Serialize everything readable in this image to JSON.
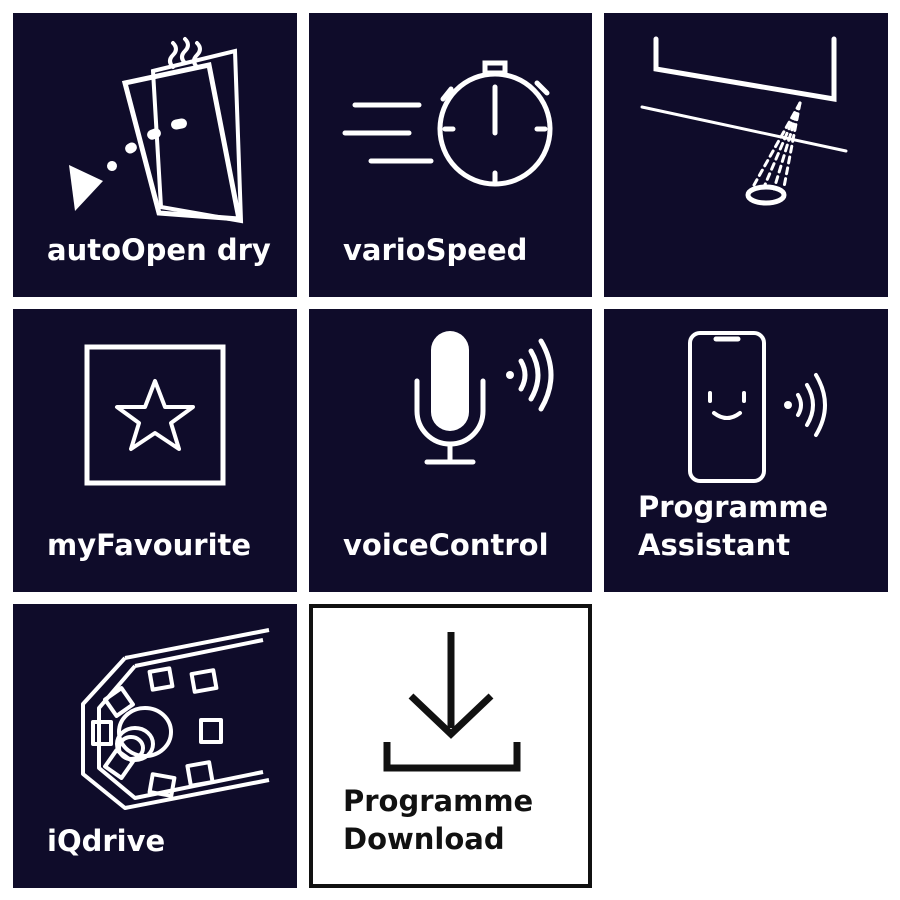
{
  "tiles": [
    {
      "id": "autoopen-dry",
      "label": "autoOpen dry",
      "icon": "open-door-steam-icon",
      "theme": "dark"
    },
    {
      "id": "variospeed",
      "label": "varioSpeed",
      "icon": "stopwatch-icon",
      "theme": "dark"
    },
    {
      "id": "spray-arm",
      "label": "",
      "icon": "water-spray-icon",
      "theme": "dark"
    },
    {
      "id": "myfavourite",
      "label": "myFavourite",
      "icon": "star-icon",
      "theme": "dark"
    },
    {
      "id": "voicecontrol",
      "label": "voiceControl",
      "icon": "microphone-icon",
      "theme": "dark"
    },
    {
      "id": "programme-assistant",
      "label_line1": "Programme",
      "label_line2": "Assistant",
      "icon": "smartphone-smiley-icon",
      "theme": "dark"
    },
    {
      "id": "iqdrive",
      "label": "iQdrive",
      "icon": "motor-icon",
      "theme": "dark"
    },
    {
      "id": "programme-download",
      "label_line1": "Programme",
      "label_line2": "Download",
      "icon": "download-icon",
      "theme": "light"
    }
  ],
  "colors": {
    "dark_tile": "#0f0c2a",
    "light_tile": "#ffffff",
    "icon_light": "#ffffff",
    "icon_dark": "#111111"
  }
}
